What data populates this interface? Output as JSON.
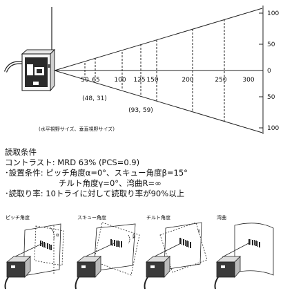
{
  "field_of_view": {
    "distance_ticks": [
      "50",
      "65",
      "100",
      "125",
      "150",
      "200",
      "250",
      "300"
    ],
    "y_axis_ticks": [
      "100",
      "50",
      "0",
      "50",
      "100"
    ],
    "point_a": "(48, 31)",
    "point_b": "(93, 59)",
    "caption": "(水平視野サイズ、垂直視野サイズ)"
  },
  "conditions": {
    "heading": "読取条件",
    "contrast": "コントラスト: MRD 63% (PCS=0.9)",
    "install_1": "･設置条件: ピッチ角度α=0°、スキュー角度β=15°",
    "install_2": "チルト角度γ=0°、湾曲R=∞",
    "read_rate": "･読取り率: 10トライに対して読取り率が90%以上"
  },
  "figures": {
    "pitch": "ピッチ角度",
    "skew": "スキュー角度",
    "tilt": "チルト角度",
    "curve": "湾曲",
    "alpha": "α",
    "beta": "β",
    "gamma": "γ"
  }
}
